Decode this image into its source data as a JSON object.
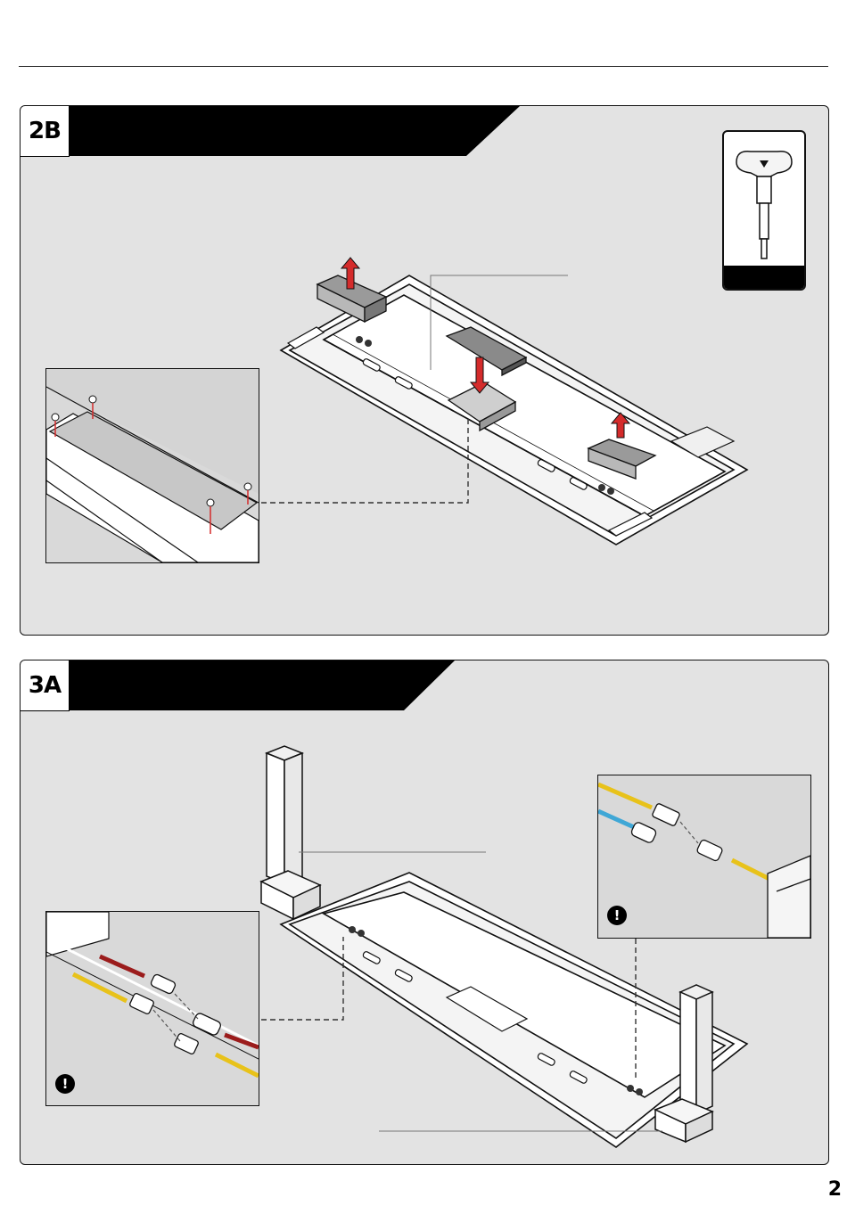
{
  "steps": {
    "step_2b": {
      "id": "2B"
    },
    "step_3a": {
      "id": "3A"
    }
  },
  "icons": {
    "warning": "!"
  },
  "colors": {
    "panel_bg": "#e3e3e3",
    "arrow_red": "#d42b2b",
    "wire_red": "#9b1c1c",
    "wire_yellow": "#e8c21a",
    "wire_blue": "#3fa7d6"
  },
  "page": {
    "number": "2"
  }
}
